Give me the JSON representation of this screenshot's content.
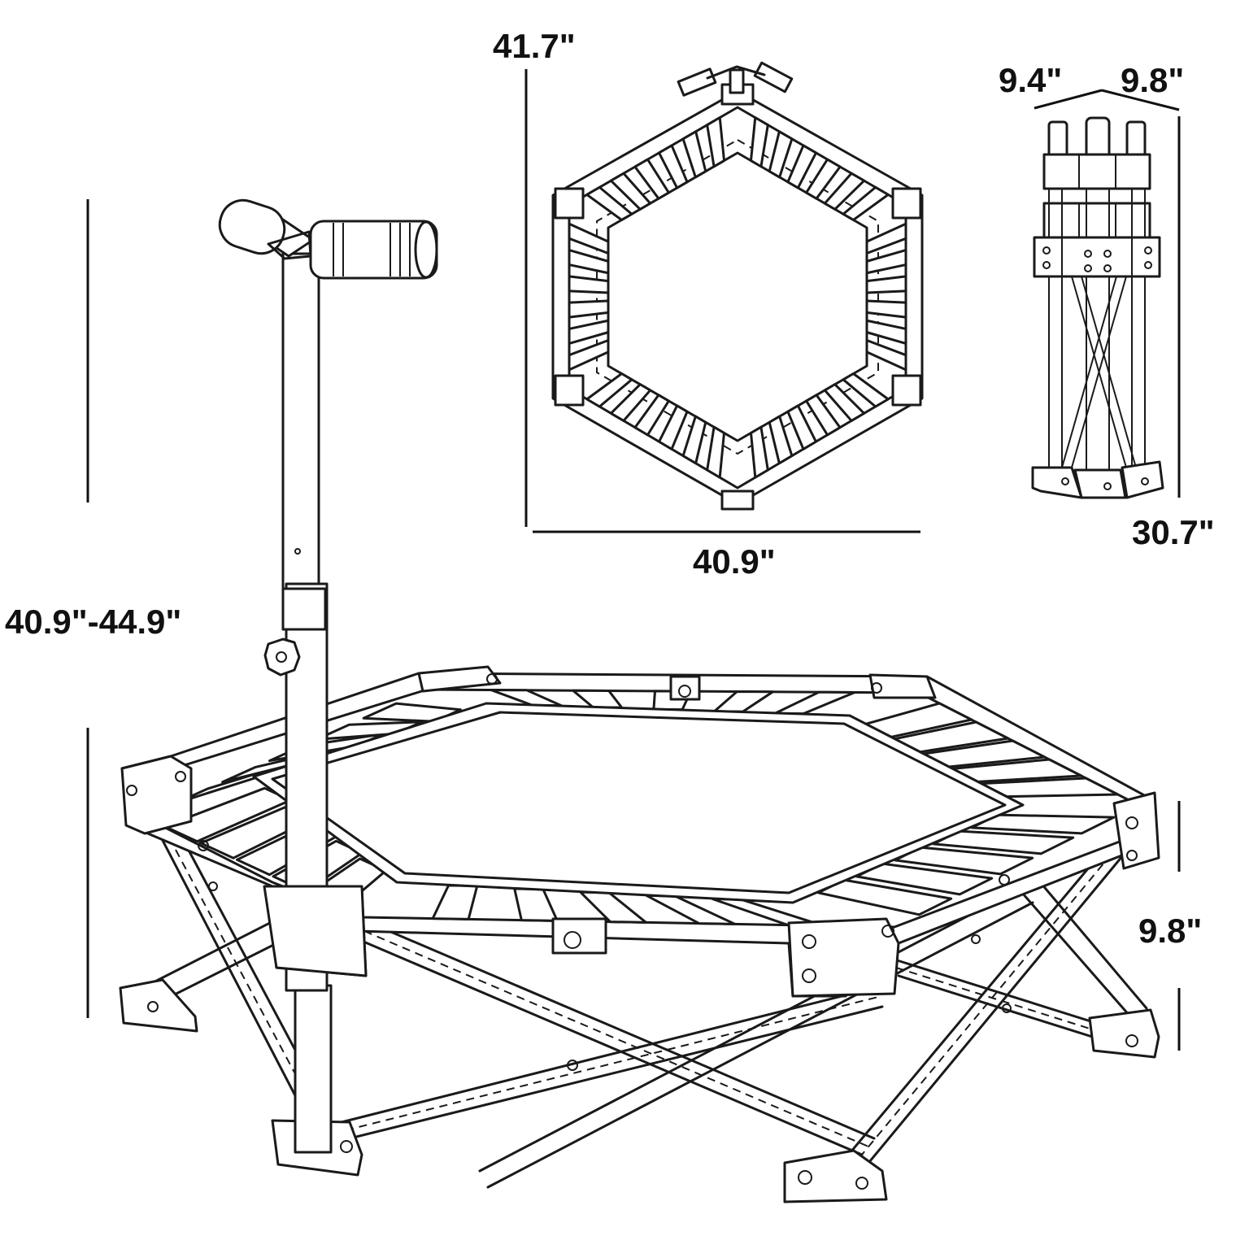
{
  "dimensions": {
    "folded_top_width": "9.4\"",
    "folded_top_depth": "9.8\"",
    "folded_height": "30.7\"",
    "top_view_height": "41.7\"",
    "top_view_width": "40.9\"",
    "handle_height_range": "40.9\"-44.9\"",
    "frame_height": "9.8\""
  },
  "colors": {
    "line": "#1a1a1a",
    "background": "#ffffff"
  }
}
